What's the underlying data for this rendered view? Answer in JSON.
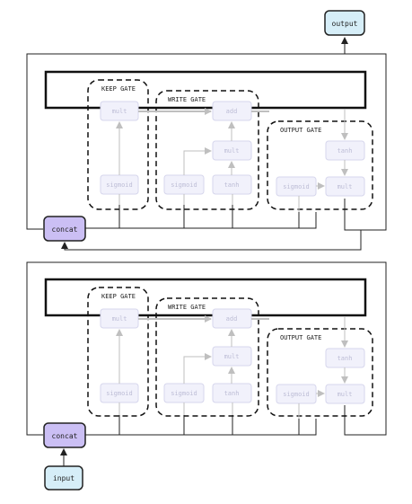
{
  "io": {
    "output": "output",
    "input": "input"
  },
  "cells": [
    {
      "concat": "concat",
      "gates": {
        "keep": "KEEP GATE",
        "write": "WRITE GATE",
        "output": "OUTPUT GATE"
      },
      "ops": {
        "keep_mult": "mult",
        "keep_sigmoid": "sigmoid",
        "write_add": "add",
        "write_mult": "mult",
        "write_sigmoid": "sigmoid",
        "write_tanh": "tanh",
        "out_tanh": "tanh",
        "out_sigmoid": "sigmoid",
        "out_mult": "mult"
      }
    },
    {
      "concat": "concat",
      "gates": {
        "keep": "KEEP GATE",
        "write": "WRITE GATE",
        "output": "OUTPUT GATE"
      },
      "ops": {
        "keep_mult": "mult",
        "keep_sigmoid": "sigmoid",
        "write_add": "add",
        "write_mult": "mult",
        "write_sigmoid": "sigmoid",
        "write_tanh": "tanh",
        "out_tanh": "tanh",
        "out_sigmoid": "sigmoid",
        "out_mult": "mult"
      }
    }
  ],
  "colors": {
    "io_fill": "#d6eef8",
    "concat_fill": "#cbbff4",
    "op_fill": "#f1f1fb",
    "op_stroke": "#d6d6ec",
    "op_text": "#bdbdd6",
    "faint_line": "#bfbfbf"
  }
}
